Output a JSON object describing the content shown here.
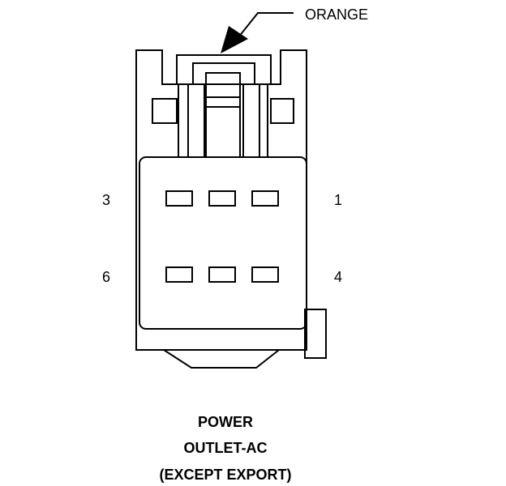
{
  "callout": {
    "color_label": "ORANGE"
  },
  "pins": {
    "p1": "1",
    "p3": "3",
    "p4": "4",
    "p6": "6"
  },
  "caption": {
    "line1": "POWER",
    "line2": "OUTLET-AC",
    "line3": "(EXCEPT EXPORT)"
  }
}
